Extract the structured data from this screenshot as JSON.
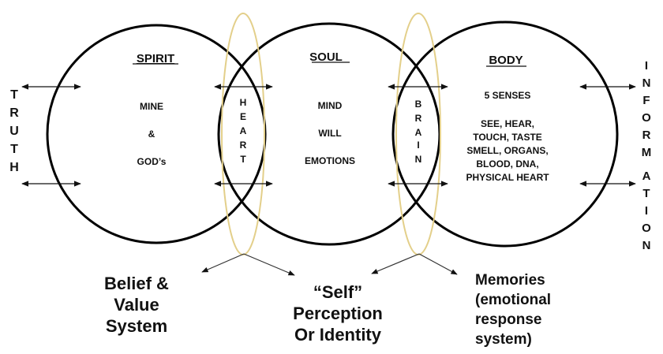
{
  "left_label": [
    "T",
    "R",
    "U",
    "T",
    "H"
  ],
  "right_label": [
    "I",
    "N",
    "F",
    "O",
    "R",
    "M",
    "A",
    "T",
    "I",
    "O",
    "N"
  ],
  "spirit": {
    "title": "SPIRIT",
    "lines": [
      "MINE",
      "&",
      "GOD’s"
    ]
  },
  "soul": {
    "title": "SOUL",
    "lines": [
      "MIND",
      "WILL",
      "EMOTIONS"
    ]
  },
  "body": {
    "title": "BODY",
    "subtitle": "5 SENSES",
    "lines": [
      "SEE, HEAR,",
      "TOUCH, TASTE",
      "SMELL, ORGANS,",
      "BLOOD, DNA,",
      "PHYSICAL HEART"
    ]
  },
  "heart_label": [
    "H",
    "E",
    "A",
    "R",
    "T"
  ],
  "brain_label": [
    "B",
    "R",
    "A",
    "I",
    "N"
  ],
  "outcomes": {
    "belief": [
      "Belief &",
      "Value",
      "System"
    ],
    "self": [
      "“Self”",
      "Perception",
      "Or Identity"
    ],
    "memories": [
      "Memories",
      "(emotional",
      "response",
      "system)"
    ]
  },
  "colors": {
    "circle": "#000000",
    "ellipse": "#e3cf8a",
    "text": "#111111"
  }
}
